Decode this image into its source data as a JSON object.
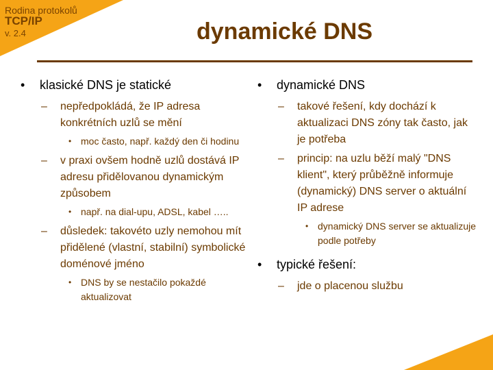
{
  "header": {
    "series": "Rodina protokolů",
    "protocol": "TCP/IP",
    "version": "v. 2.4"
  },
  "title": "dynamické DNS",
  "left_column": [
    {
      "level": 1,
      "text": "klasické DNS je statické"
    },
    {
      "level": 2,
      "text": "nepředpokládá, že IP adresa konkrétních uzlů se mění"
    },
    {
      "level": 3,
      "text": "moc často, např. každý den či hodinu"
    },
    {
      "level": 2,
      "text": "v praxi ovšem hodně uzlů dostává IP adresu přidělovanou dynamickým způsobem"
    },
    {
      "level": 3,
      "text": "např. na dial-upu, ADSL, kabel ….."
    },
    {
      "level": 2,
      "text": "důsledek: takovéto uzly nemohou mít přidělené (vlastní, stabilní) symbolické doménové jméno"
    },
    {
      "level": 3,
      "text": "DNS by se nestačilo pokaždé aktualizovat"
    }
  ],
  "right_column": [
    {
      "level": 1,
      "text": "dynamické DNS"
    },
    {
      "level": 2,
      "text": "takové řešení, kdy dochází k aktualizaci DNS zóny tak často, jak je potřeba"
    },
    {
      "level": 2,
      "text": "princip: na uzlu běží malý \"DNS klient\", který průběžně informuje (dynamický) DNS server o aktuální IP adrese"
    },
    {
      "level": 3,
      "text": "dynamický DNS server se aktualizuje podle potřeby"
    },
    {
      "level": 1,
      "text": "typické řešení:"
    },
    {
      "level": 2,
      "text": "jde o placenou službu"
    }
  ],
  "colors": {
    "accent": "#f5a416",
    "brown": "#6b3a00"
  }
}
